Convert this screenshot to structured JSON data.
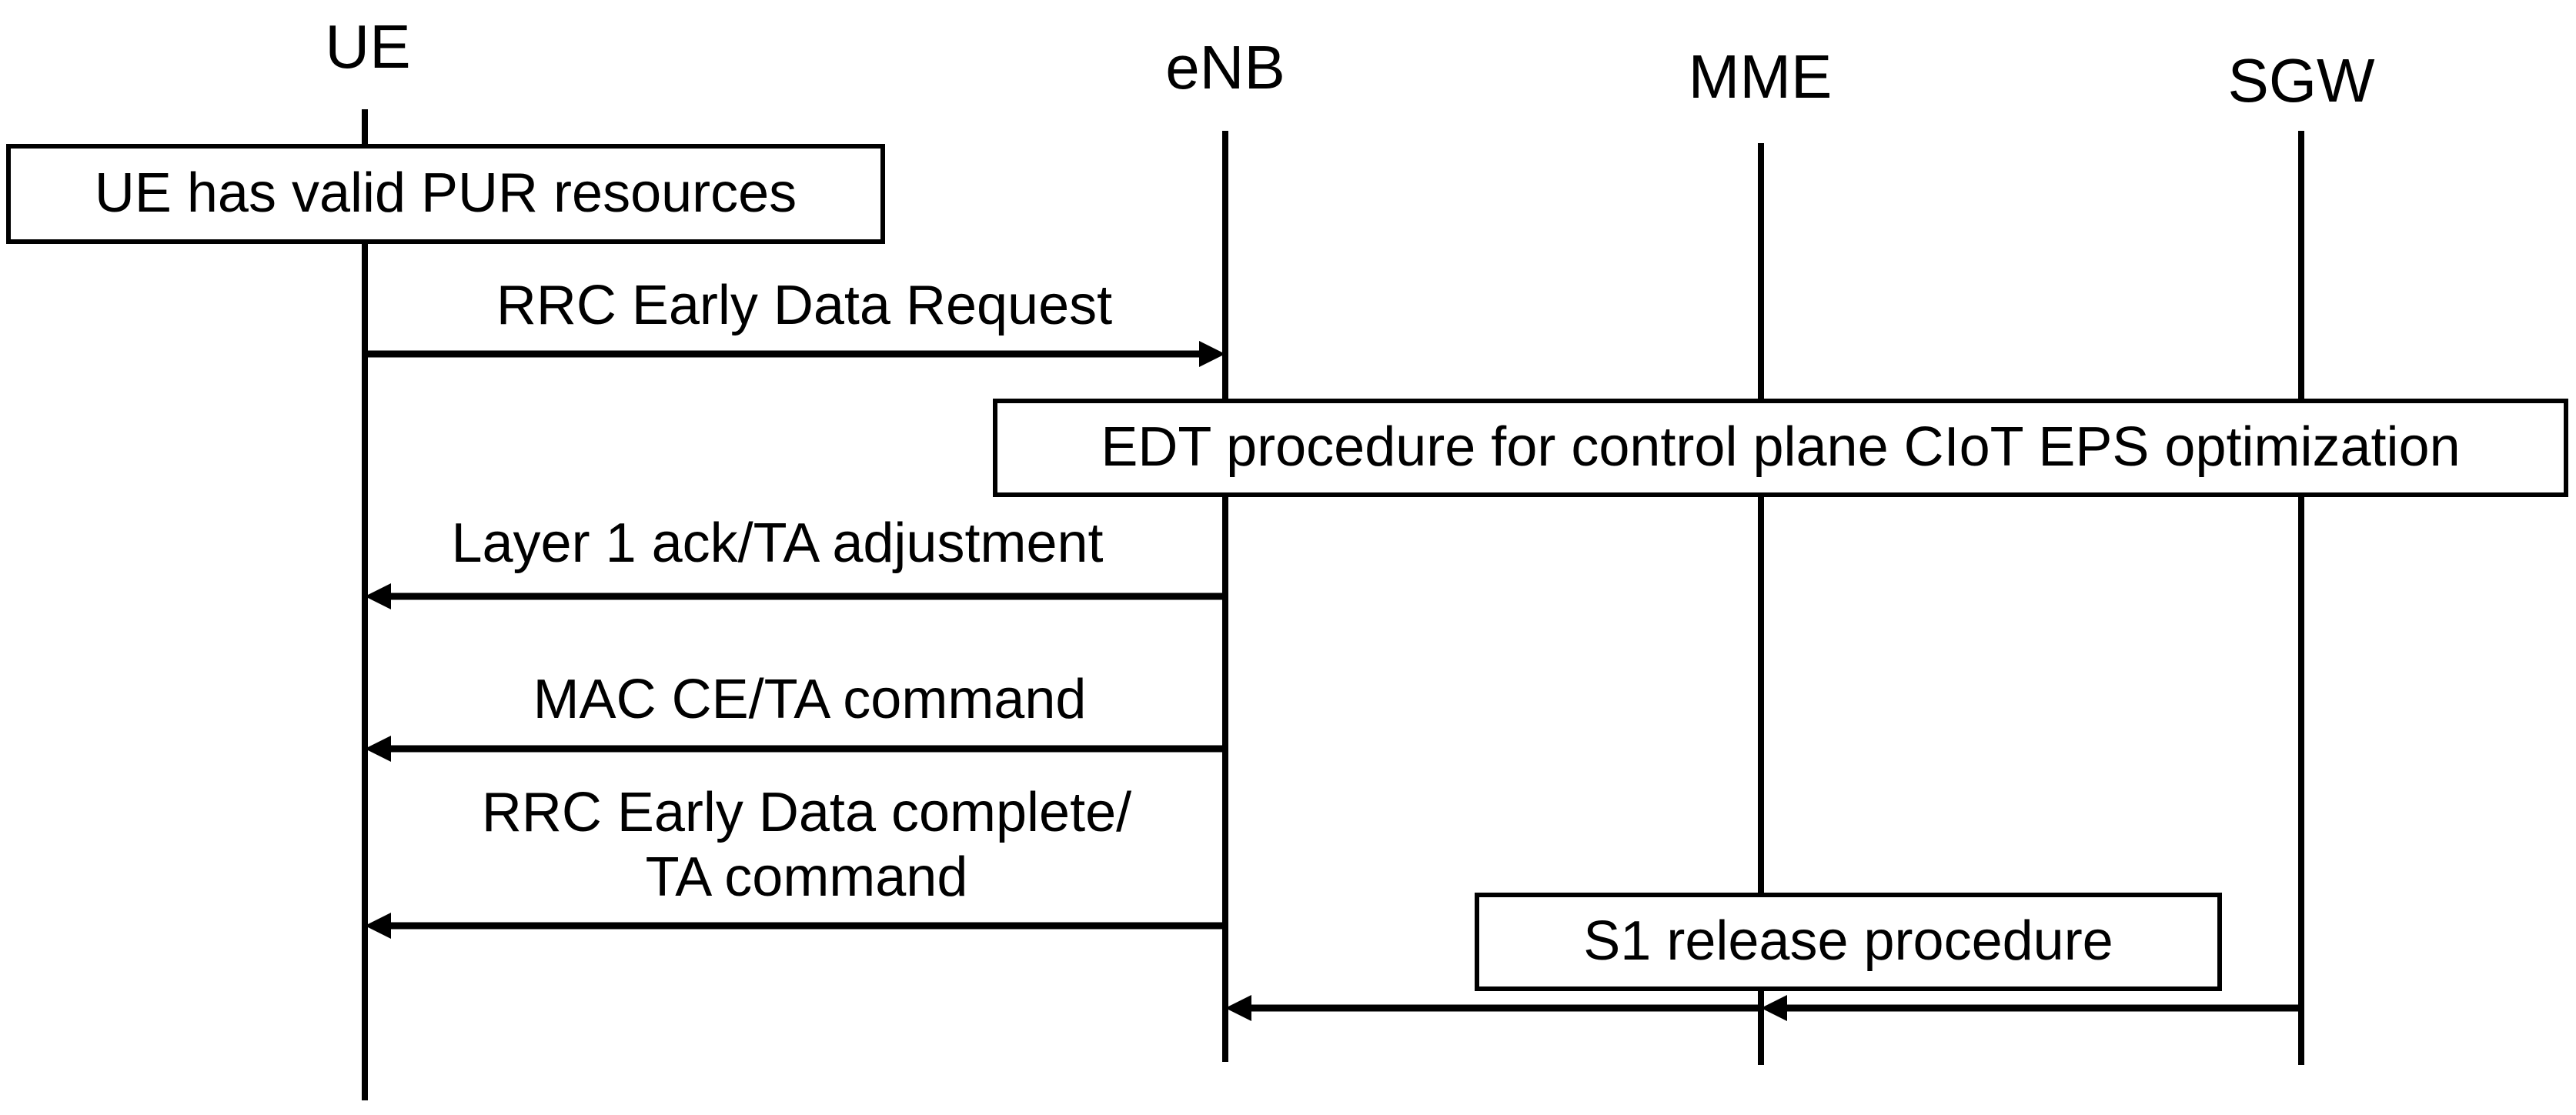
{
  "diagram": {
    "type": "sequence-diagram",
    "colors": {
      "line": "#000000",
      "text": "#000000",
      "background": "#ffffff",
      "box_fill": "#ffffff",
      "box_border": "#000000"
    },
    "entities": [
      {
        "label": "UE"
      },
      {
        "label": "eNB"
      },
      {
        "label": "MME"
      },
      {
        "label": "SGW"
      }
    ],
    "notes": [
      {
        "text": "UE has valid PUR resources"
      },
      {
        "text": "EDT procedure for control plane CIoT EPS optimization"
      },
      {
        "text": "S1 release procedure"
      }
    ],
    "messages": [
      {
        "label": "RRC Early Data Request",
        "from": "UE",
        "to": "eNB"
      },
      {
        "label": "Layer 1 ack/TA adjustment",
        "from": "eNB",
        "to": "UE"
      },
      {
        "label": "MAC CE/TA command",
        "from": "eNB",
        "to": "UE"
      },
      {
        "label": "RRC Early Data complete/\nTA command",
        "from": "eNB",
        "to": "UE"
      },
      {
        "label": "",
        "from": "SGW",
        "to": "MME"
      },
      {
        "label": "",
        "from": "MME",
        "to": "eNB"
      }
    ]
  }
}
